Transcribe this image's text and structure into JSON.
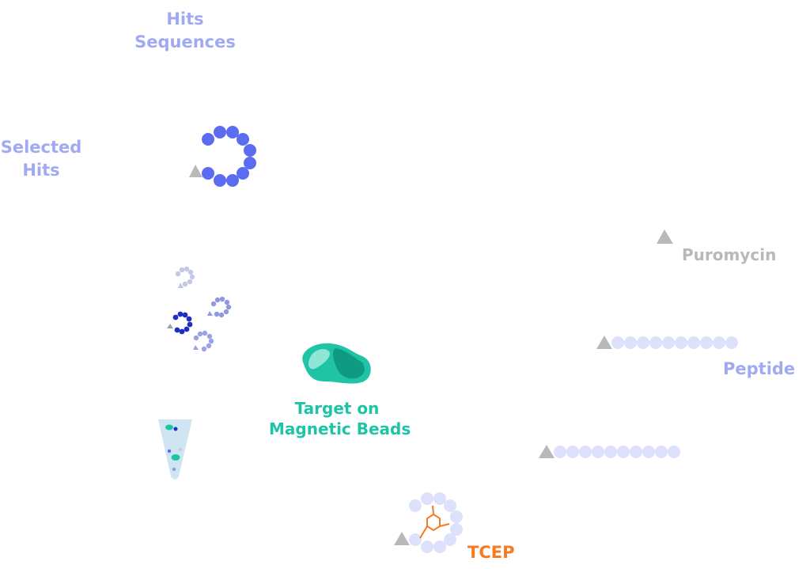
{
  "labels": {
    "hits_sequences": [
      "Hits",
      "Sequences"
    ],
    "selected_hits": [
      "Selected",
      "Hits"
    ],
    "puromycin": "Puromycin",
    "peptide": "Peptide",
    "target": [
      "Target on",
      "Magnetic Beads"
    ],
    "tcep": "TCEP"
  },
  "colors": {
    "lavender_text": "#a0aaf2",
    "grey_text": "#b9b9b9",
    "teal": "#1fc4a6",
    "orange": "#f47b20",
    "blue_bead": "#5b6cf0",
    "pale_bead": "#dde1fb",
    "grey_triangle": "#b9b9b9"
  }
}
